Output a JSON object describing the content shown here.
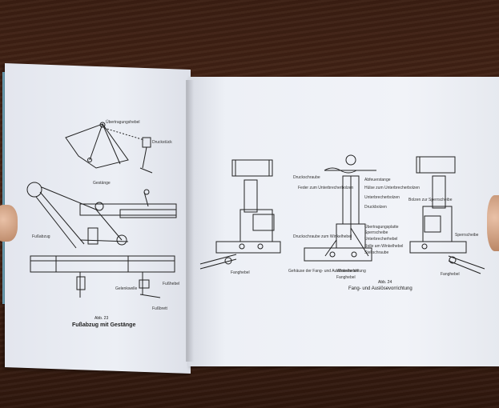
{
  "left_page": {
    "labels": {
      "uebertragungshebel": "Übertragungshebel",
      "druckstueck": "Druckstück",
      "gestaenge": "Gestänge",
      "fussabzug": "Fußabzug",
      "gelenkwelle": "Gelenkwelle",
      "fusshebel": "Fußhebel",
      "fussbrett": "Fußbrett"
    },
    "figure_number": "Abb. 23",
    "figure_title": "Fußabzug mit Gestänge"
  },
  "right_page": {
    "labels": {
      "druckschraube": "Druckschraube",
      "feder_unterbrecherbolzen": "Feder zum Unterbrecherbolzen",
      "abfeuerstange": "Abfeuerstange",
      "huelse_unterbrecherbolzen": "Hülse zum Unterbrecherbolzen",
      "unterbrecherbolzen": "Unterbrecherbolzen",
      "druckbolzen": "Druckbolzen",
      "uebertragungsplatte": "Übertragungsplatte",
      "sperrscheibe": "Sperrscheibe",
      "unterbrecherhebel": "Unterbrecherhebel",
      "rolle_winkelhebel": "Rolle am Winkelhebel",
      "stellschraube": "Stellschraube",
      "druckschraube_winkelhebel": "Druckschraube zum Winkelhebel",
      "gehaeuse": "Gehäuse der Fang- und Auslösevorrichtung",
      "winkelhebel": "Winkelhebel",
      "fanghebel_bottom": "Fanghebel",
      "fanghebel_left": "Fanghebel",
      "fanghebel_right": "Fanghebel",
      "bolzen_sperrscheibe": "Bolzen zur Sperrscheibe",
      "sperrscheibe_right": "Sperrscheibe"
    },
    "figure_number": "Abb. 24",
    "figure_title": "Fang- und Auslösevorrichtung"
  }
}
